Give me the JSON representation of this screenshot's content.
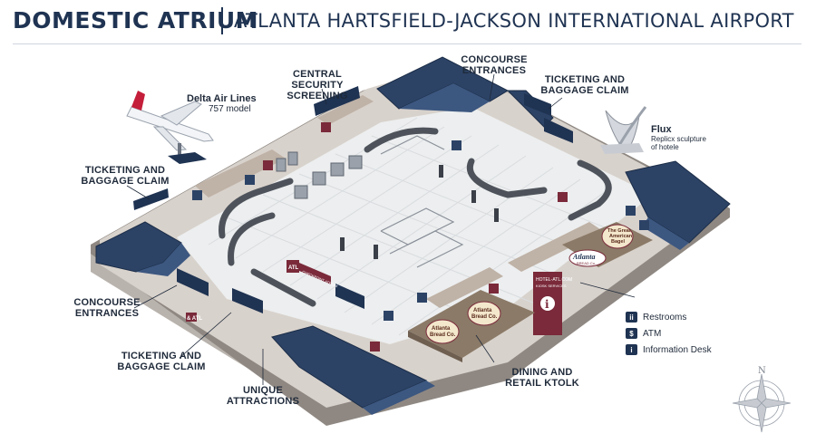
{
  "header": {
    "title_left": "DOMESTIC ATRIUM",
    "title_right": "ATLANTA HARTSFIELD-JACKSON INTERNATIONAL AIRPORT"
  },
  "callouts": {
    "central_security": [
      "CENTRAL SECURITY",
      "SCREENING"
    ],
    "concourse_top": [
      "CONCOURSE",
      "ENTRANCES"
    ],
    "ticketing_top_right": [
      "TICKETING AND",
      "BAGGAGE CLAIM"
    ],
    "ticketing_left": [
      "TICKETING AND",
      "BAGGAGE CLAIM"
    ],
    "concourse_left": [
      "CONCOURSE",
      "ENTRANCES"
    ],
    "ticketing_bottom": [
      "TICKETING AND",
      "BAGGAGE CLAIM"
    ],
    "unique_attractions": [
      "UNIQUE",
      "ATTRACTIONS"
    ],
    "dining_retail": [
      "DINING AND",
      "RETAIL KTOLK"
    ]
  },
  "plane": {
    "name": "Delta Air Lines",
    "model": "757 model"
  },
  "sculpture": {
    "name": "Flux",
    "caption": [
      "Replicx sculpture",
      "of hotele"
    ]
  },
  "signs": {
    "atl_small": "ATL",
    "atl_corner": "& ATL",
    "kiosk_sign": [
      "HOTEL-ATL.COM",
      "KIOSK SERVICES"
    ],
    "security_banner": "CHECKPOINT ATRIUM",
    "bagel": [
      "The Great",
      "American",
      "Bagel"
    ],
    "atlanta_bread_logo": [
      "Atlanta",
      "BREAD Co."
    ],
    "bread_1": [
      "Atlanta",
      "Bread Co."
    ],
    "bread_2": [
      "Atlanta",
      "Bread Co."
    ]
  },
  "legend": [
    {
      "icon": "restroom-icon",
      "glyph": "ii",
      "label": "Restrooms"
    },
    {
      "icon": "atm-icon",
      "glyph": "$",
      "label": "ATM"
    },
    {
      "icon": "info-icon",
      "glyph": "i",
      "label": "Information Desk"
    }
  ],
  "compass": {
    "north": "N"
  },
  "colors": {
    "navy": "#2c4366",
    "floor": "#e9eaec",
    "wall": "#cdc6bf",
    "accent": "#7a2a3a",
    "belt": "#555a62"
  }
}
